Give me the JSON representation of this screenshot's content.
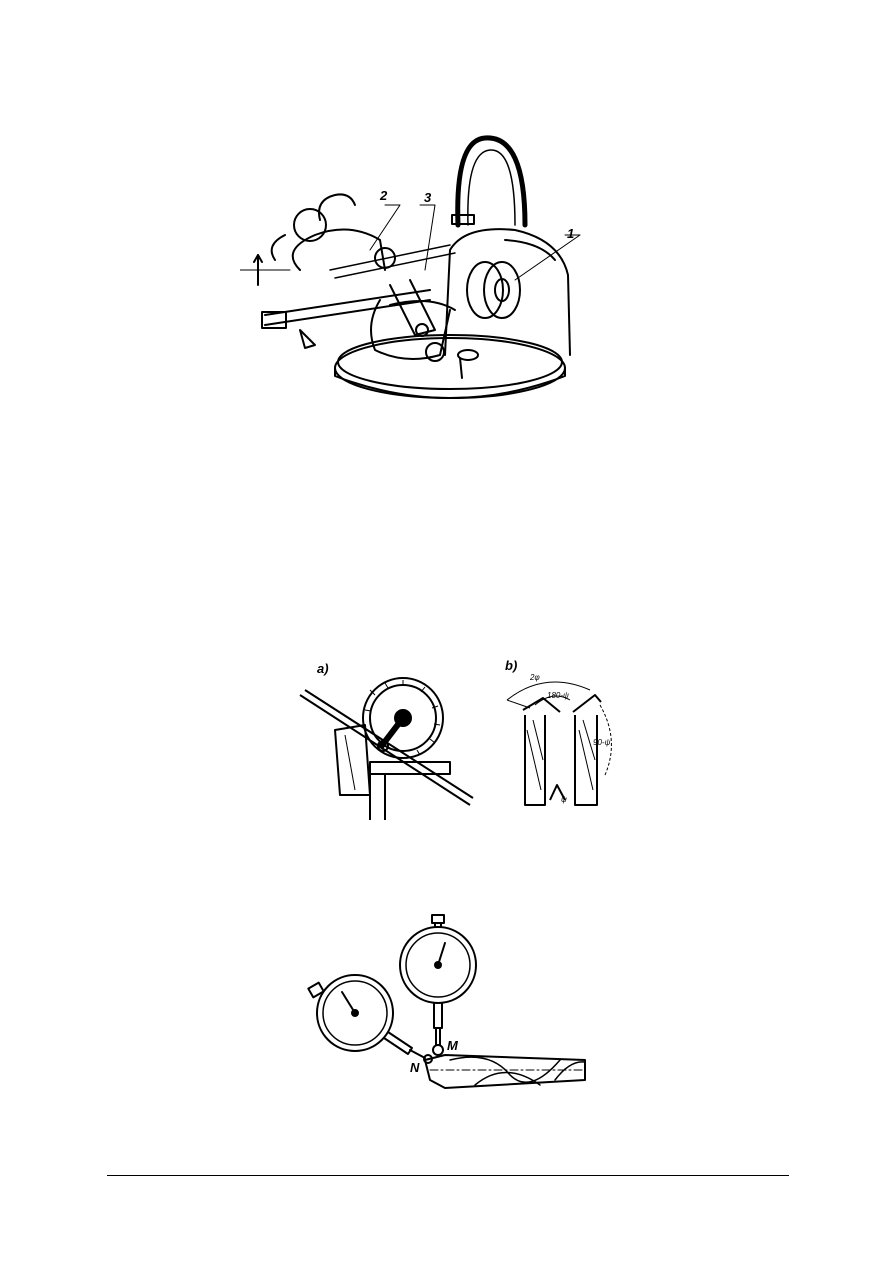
{
  "figure1": {
    "callouts": [
      "2",
      "3",
      "1"
    ]
  },
  "figure2": {
    "panel_a_label": "a)",
    "panel_b_label": "b)",
    "b_labels": [
      "2φ",
      "180-ψ",
      "90-ψ",
      "ψ"
    ]
  },
  "figure3": {
    "labels": [
      "M",
      "N"
    ]
  }
}
